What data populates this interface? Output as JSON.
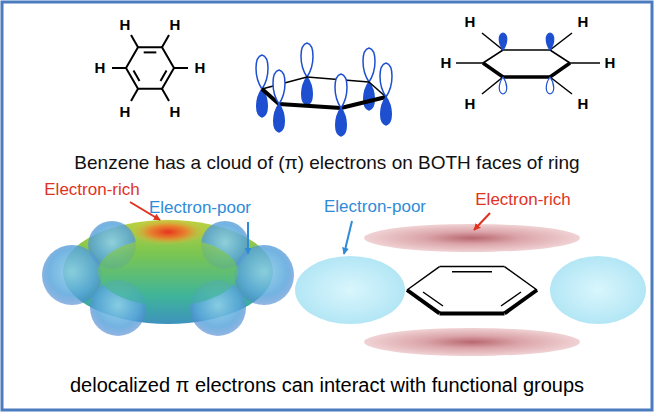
{
  "diagram": {
    "caption": "delocalized π electrons can interact with functional groups",
    "labels": [
      "H",
      "H",
      "H",
      "H",
      "H",
      "H",
      "H",
      "H",
      "H",
      "H",
      "H",
      "H",
      "Benzene has a cloud of (π) electrons on BOTH faces of ring",
      "Electron-rich",
      "Electron-poor",
      "Electron-poor",
      "Electron-rich"
    ]
  }
}
